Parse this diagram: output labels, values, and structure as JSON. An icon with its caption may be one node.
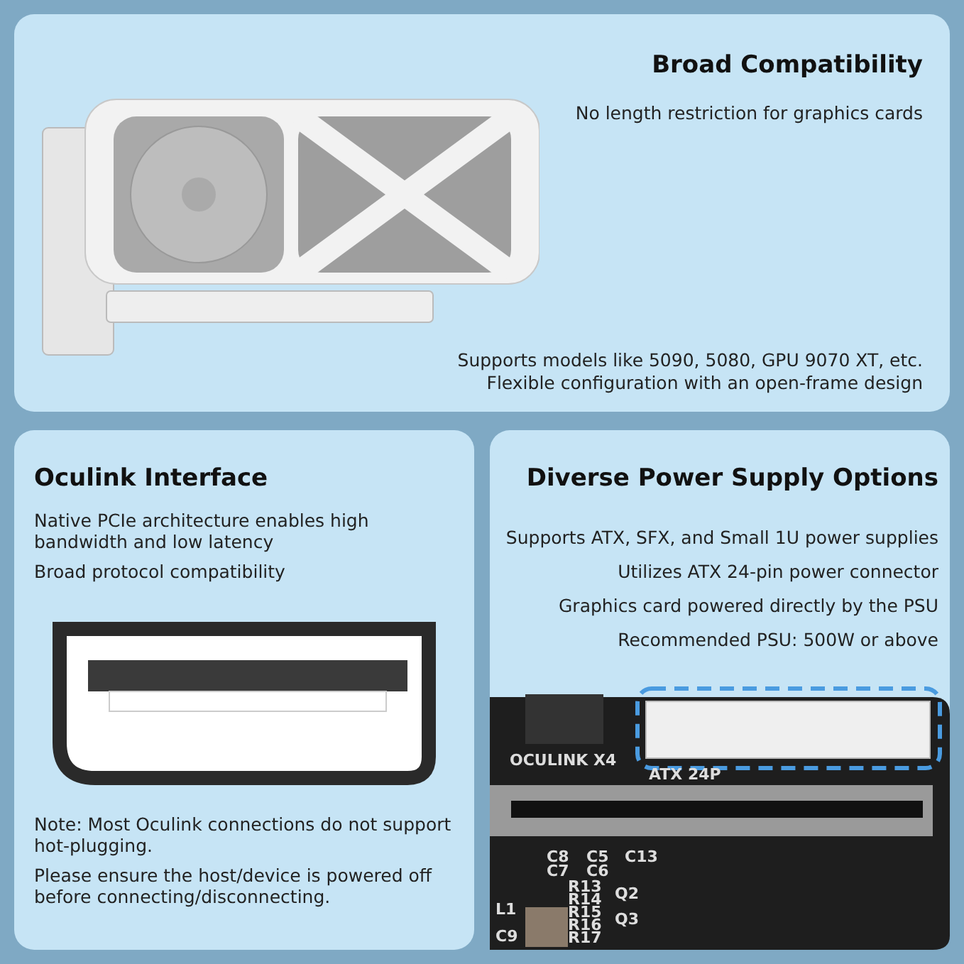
{
  "diagram": {
    "nodes": [
      {
        "text": [
          "Broad Compatibility",
          "No length restriction for graphics cards",
          "Supports models like 5090, 5080, GPU 9070 XT, etc.",
          "Flexible configuration with an open-frame design"
        ]
      },
      {
        "text": [
          "Oculink Interface",
          "Native PCIe architecture enables high bandwidth and low latency",
          "Broad protocol compatibility",
          "Note: Most Oculink connections do not support hot-plugging.",
          "Please ensure the host/device is powered off before connecting/disconnecting."
        ]
      },
      {
        "text": [
          "Diverse Power Supply Options",
          "Supports ATX, SFX, and Small 1U power supplies",
          "Utilizes ATX 24-pin power connector",
          "Graphics card powered directly by the PSU",
          "Recommended PSU: 500W or above"
        ]
      }
    ],
    "labels": [
      "OCULINK X4",
      "ATX 24P",
      "C8",
      "C7",
      "C5",
      "C6",
      "C13",
      "R13",
      "R14",
      "Q2",
      "R15",
      "R16",
      "R17",
      "Q3",
      "L1",
      "C9"
    ]
  }
}
